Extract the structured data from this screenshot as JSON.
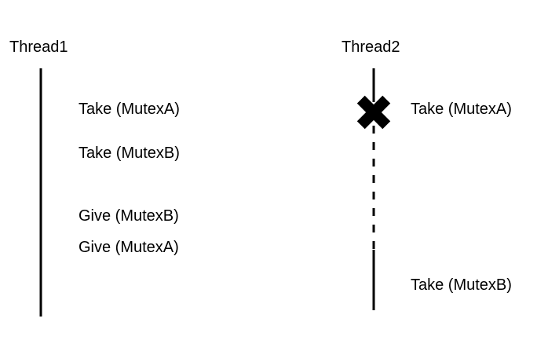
{
  "threads": [
    {
      "title": "Thread1",
      "events": [
        "Take (MutexA)",
        "Take (MutexB)",
        "Give (MutexB)",
        "Give (MutexA)"
      ]
    },
    {
      "title": "Thread2",
      "events": [
        "Take (MutexA)",
        "Take (MutexB)"
      ]
    }
  ],
  "colors": {
    "line": "#000000",
    "background": "#ffffff"
  }
}
